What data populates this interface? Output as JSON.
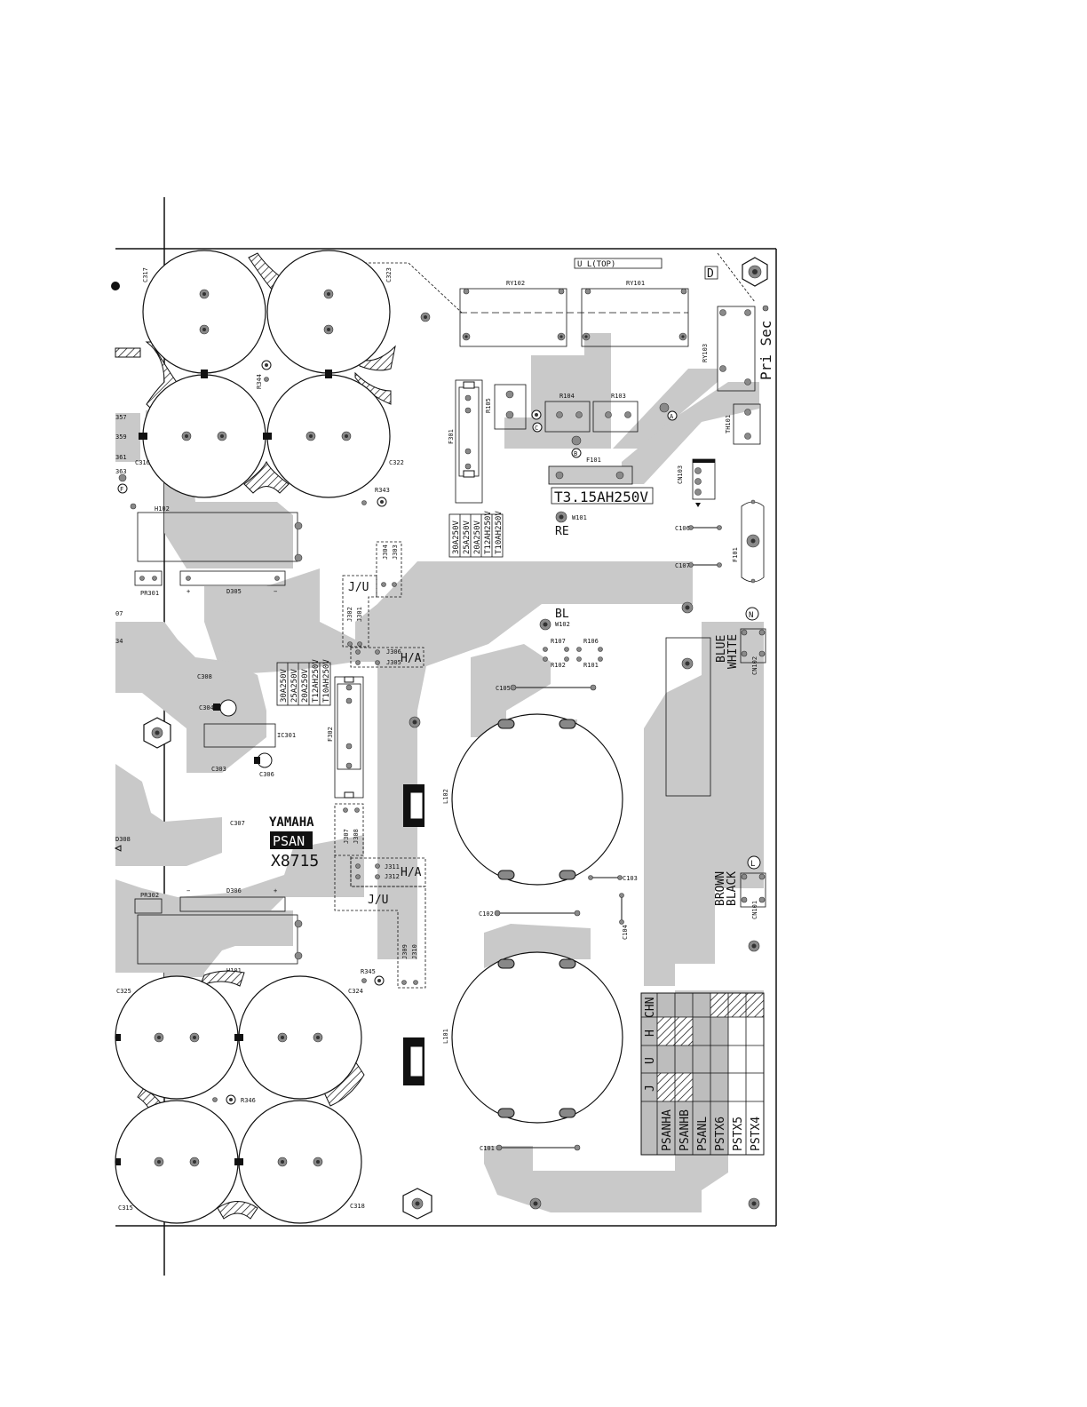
{
  "board": {
    "brand": "YAMAHA",
    "model": "PSAN",
    "part_number": "X8715",
    "top_label": "U L(TOP)",
    "corner_letter": "D",
    "pri_sec": "Pri Sec",
    "fuse_rating": "T3.15AH250V",
    "re_label": "RE",
    "bl_label": "BL",
    "blue_label": "BLUE",
    "white_label": "WHITE",
    "brown_label": "BROWN",
    "black_label": "BLACK",
    "marker_a": "A",
    "marker_b": "B",
    "marker_c": "C",
    "marker_f": "F",
    "marker_n": "N",
    "marker_l": "L",
    "plus": "+",
    "minus": "−"
  },
  "fuse_tables": [
    [
      "30A250V",
      "25A250V",
      "20A250V",
      "T12AH250V",
      "T10AH250V"
    ],
    [
      "30A250V",
      "25A250V",
      "20A250V",
      "T12AH250V",
      "T10AH250V"
    ]
  ],
  "jumper_labels": {
    "ju_top": "J/U",
    "ha_top": "H/A",
    "ha_bottom": "H/A",
    "ju_bottom": "J/U"
  },
  "components": {
    "c317": "C317",
    "c323": "C323",
    "ry102": "RY102",
    "ry101": "RY101",
    "ry103": "RY103",
    "r344": "R344",
    "r104": "R104",
    "r103": "R103",
    "r105": "R105",
    "th101": "TH101",
    "f301": "F301",
    "f101": "F101",
    "cn103": "CN103",
    "c316": "C316",
    "c322": "C322",
    "r343": "R343",
    "w101": "W101",
    "h102": "H102",
    "c106": "C106",
    "c107": "C107",
    "r101_f": "F101",
    "j304": "J304",
    "j303": "J303",
    "pr301": "PR301",
    "d305": "D305",
    "j302": "J302",
    "j301": "J301",
    "w102": "W102",
    "r107": "R107",
    "r106": "R106",
    "r102": "R102",
    "r101": "R101",
    "j306": "J306",
    "j305": "J305",
    "cn102": "CN102",
    "c308": "C308",
    "c304": "C304",
    "c105": "C105",
    "ic301": "IC301",
    "f302": "F302",
    "c303": "C303",
    "c306": "C306",
    "l102": "L102",
    "c307": "C307",
    "d308": "D308",
    "j307": "J307",
    "j308": "J308",
    "j311": "J311",
    "j312": "J312",
    "c103": "C103",
    "pr302": "PR302",
    "d306": "D306",
    "c102": "C102",
    "c104": "C104",
    "cn101": "CN101",
    "h101": "H101",
    "r345": "R345",
    "j309": "J309",
    "j310": "J310",
    "c325": "C325",
    "c324": "C324",
    "l101": "L101",
    "r346": "R346",
    "c101": "C101",
    "c315": "C315",
    "c318": "C318",
    "c357": "357",
    "c359": "359",
    "c361": "361",
    "c363": "363",
    "c307b": "07",
    "c34": "34"
  },
  "destination_table": {
    "columns": [
      "J",
      "U",
      "H",
      "CHN"
    ],
    "rows": [
      "PSANHA",
      "PSANHB",
      "PSANL",
      "PSTX6",
      "PSTX5",
      "PSTX4"
    ]
  }
}
